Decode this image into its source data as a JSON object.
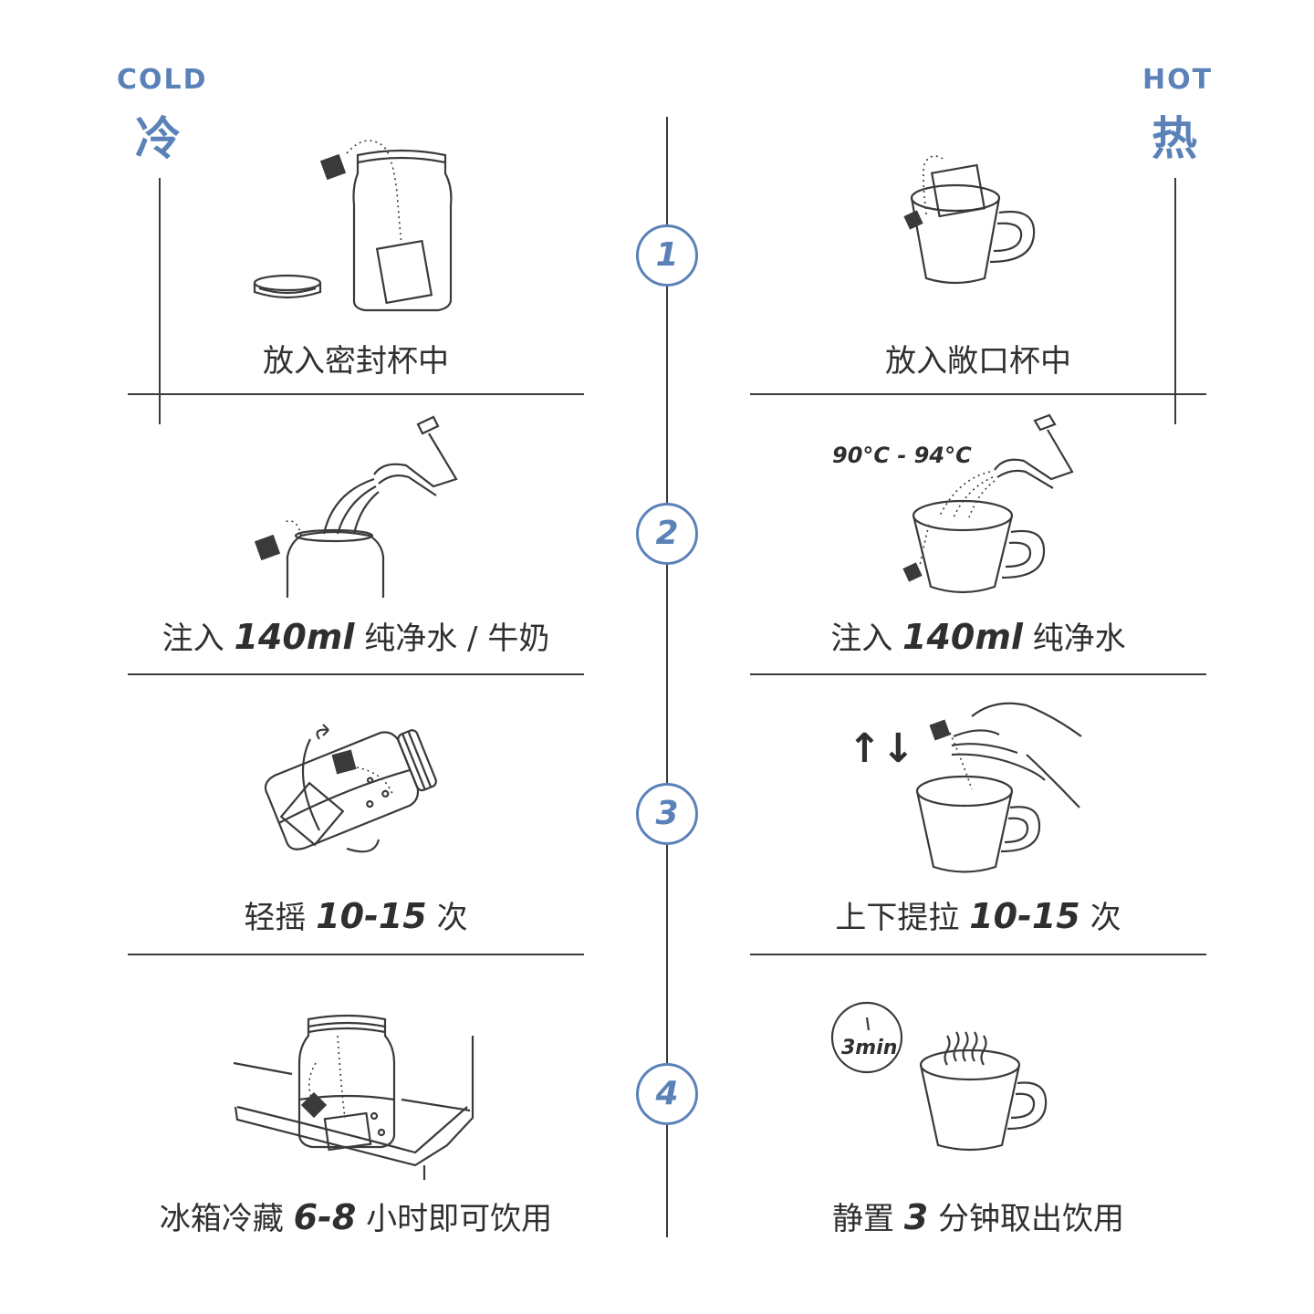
{
  "cold": {
    "title_en": "COLD",
    "title_zh": "冷"
  },
  "hot": {
    "title_en": "HOT",
    "title_zh": "热"
  },
  "accent_color": "#5a82b8",
  "line_color": "#3a3a3a",
  "steps": [
    {
      "number": "1",
      "cold": {
        "text": "放入密封杯中",
        "icon": "jar-with-teabag-and-lid"
      },
      "hot": {
        "text": "放入敞口杯中",
        "icon": "mug-with-teabag"
      }
    },
    {
      "number": "2",
      "cold": {
        "pre": "注入 ",
        "em": "140ml",
        "post": " 纯净水 / 牛奶",
        "icon": "kettle-pouring-into-jar"
      },
      "hot": {
        "pre": "注入 ",
        "em": "140ml",
        "post": " 纯净水",
        "temp": "90°C - 94°C",
        "icon": "kettle-pouring-into-mug"
      }
    },
    {
      "number": "3",
      "cold": {
        "pre": "轻摇 ",
        "em": "10-15",
        "post": " 次",
        "icon": "shaking-jar"
      },
      "hot": {
        "pre": "上下提拉 ",
        "em": "10-15",
        "post": " 次",
        "arrows": "↑↓",
        "icon": "hand-dipping-teabag"
      }
    },
    {
      "number": "4",
      "cold": {
        "pre": "冰箱冷藏 ",
        "em": "6-8",
        "post": " 小时即可饮用",
        "icon": "jar-in-fridge"
      },
      "hot": {
        "pre": "静置 ",
        "em": "3",
        "post": " 分钟取出饮用",
        "timer": "3min",
        "icon": "steaming-mug-with-timer"
      }
    }
  ]
}
